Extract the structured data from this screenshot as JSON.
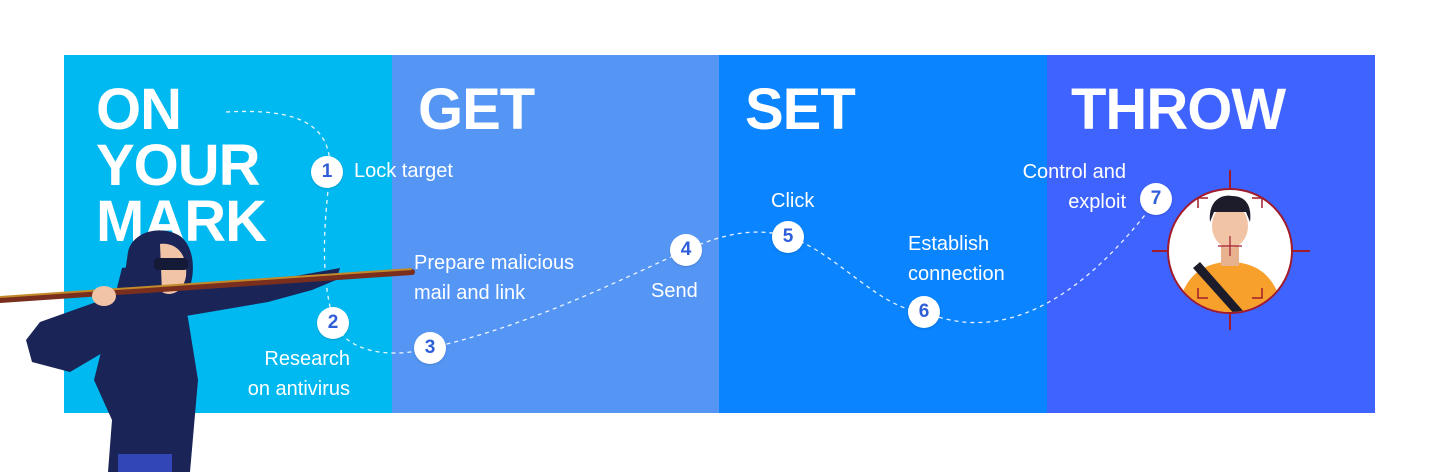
{
  "colors": {
    "panel_1": "#00b9f0",
    "panel_2": "#5596f5",
    "panel_3": "#0a84ff",
    "panel_4": "#3e63ff",
    "badge_text": "#2f5fd8",
    "target_ring": "#a01c2c",
    "hood": "#1b2456"
  },
  "stages": [
    {
      "title_lines": [
        "ON",
        "YOUR",
        "MARK"
      ]
    },
    {
      "title": "GET"
    },
    {
      "title": "SET"
    },
    {
      "title": "THROW"
    }
  ],
  "steps": [
    {
      "number": "1",
      "lines": [
        "Lock target"
      ]
    },
    {
      "number": "2",
      "lines": [
        "Research",
        "on antivirus"
      ]
    },
    {
      "number": "3",
      "lines": [
        "Prepare malicious",
        "mail and link"
      ]
    },
    {
      "number": "4",
      "lines": [
        "Send"
      ]
    },
    {
      "number": "5",
      "lines": [
        "Click"
      ]
    },
    {
      "number": "6",
      "lines": [
        "Establish",
        "connection"
      ]
    },
    {
      "number": "7",
      "lines": [
        "Control and",
        "exploit"
      ]
    }
  ],
  "illustrations": {
    "attacker": "hooded-hacker-with-spear-illustration",
    "target": "targeted-person-in-crosshair-illustration"
  }
}
